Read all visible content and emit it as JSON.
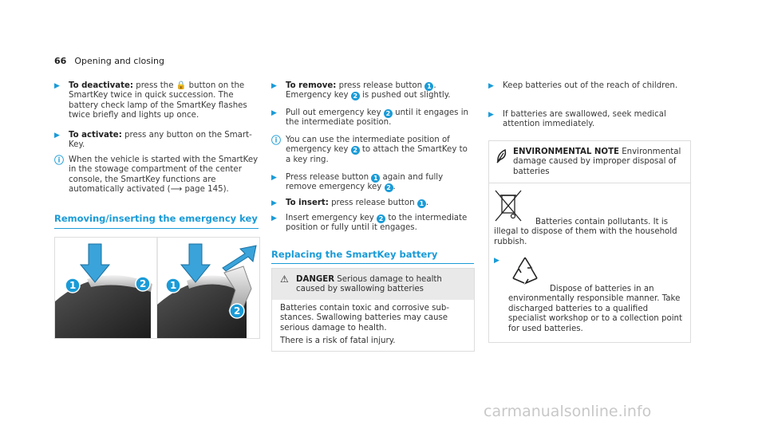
{
  "header": {
    "page_number": "66",
    "section": "Opening and closing"
  },
  "col1": {
    "deactivate_label": "To deactivate:",
    "deactivate_text": "press the 🔒 button on the SmartKey twice in quick succession. The battery check lamp of the SmartKey flashes twice briefly and lights up once.",
    "activate_label": "To activate:",
    "activate_text": "press any button on the Smart­Key.",
    "info_text": "When the vehicle is started with the Smart­Key in the stowage compartment of the cen­ter console, the SmartKey functions are automatically activated (",
    "info_ref": "page 145).",
    "heading": "Removing/inserting the emergency key",
    "callouts": [
      "1",
      "2",
      "1",
      "2"
    ]
  },
  "col2": {
    "remove_label": "To remove:",
    "remove_text_a": "press release button",
    "remove_text_b": ". Emergency key",
    "remove_text_c": "is pushed out slightly.",
    "pull_text_a": "Pull out emergency key",
    "pull_text_b": "until it engages in the intermediate position.",
    "info_text_a": "You can use the intermediate position of emergency key",
    "info_text_b": "to attach the SmartKey to a key ring.",
    "press_text_a": "Press release button",
    "press_text_b": "again and fully remove emergency key",
    "insert_label": "To insert:",
    "insert_text": "press release button",
    "insert2_text_a": "Insert emergency key",
    "insert2_text_b": "to the intermediate position or fully until it engages.",
    "heading": "Replacing the SmartKey battery",
    "danger_label": "DANGER",
    "danger_head_text": "Serious damage to health caused by swallowing batteries",
    "danger_body1": "Batteries contain toxic and corrosive sub­stances. Swallowing batteries may cause serious damage to health.",
    "danger_body2": "There is a risk of fatal injury.",
    "n1": "1",
    "n2": "2"
  },
  "col3": {
    "keep_text": "Keep batteries out of the reach of chil­dren.",
    "swallow_text": "If batteries are swallowed, seek medical attention immediately.",
    "env_label": "ENVIRONMENTAL NOTE",
    "env_head_text": "Environmental damage caused by improper disposal of batteries",
    "env_body1": "Batteries contain pollutants. It is illegal to dispose of them with the household rubbish.",
    "env_body2": "Dispose of batteries in an environmentally responsible manner. Take discharged batteries to a qualified specialist workshop or to a collection point for used batteries."
  },
  "watermark": "carmanualsonline.info"
}
